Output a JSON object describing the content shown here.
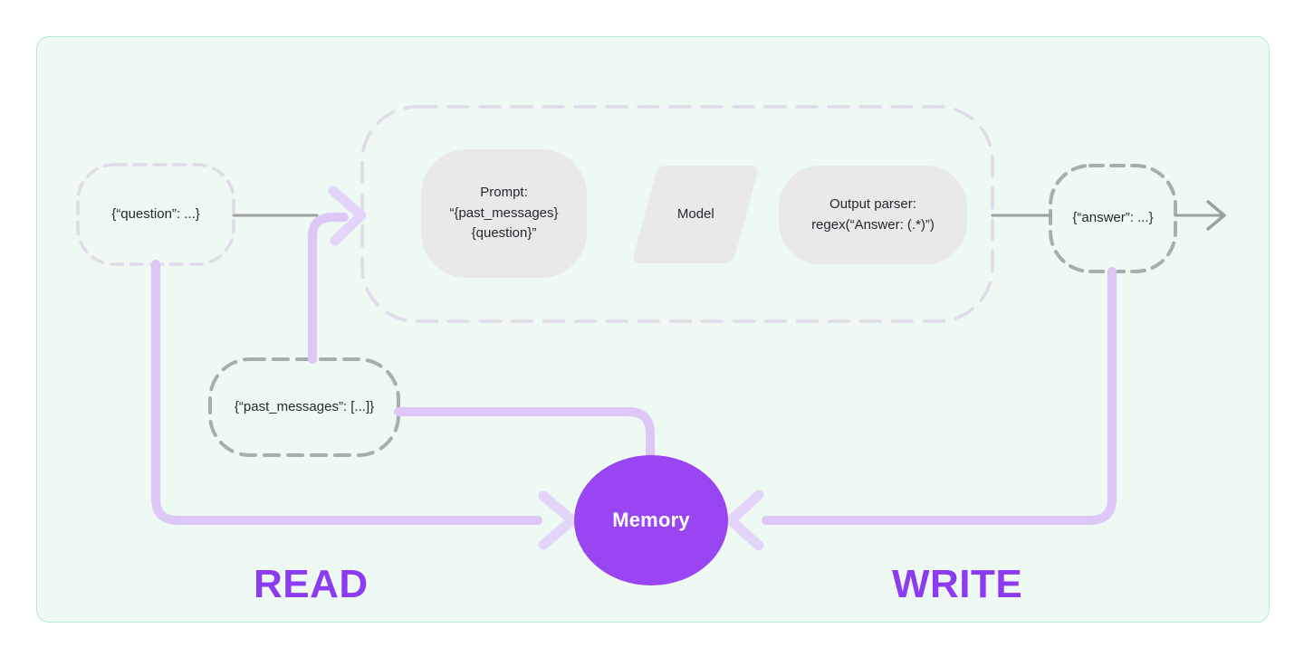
{
  "labels": {
    "read": "READ",
    "write": "WRITE"
  },
  "memory": {
    "label": "Memory"
  },
  "nodes": {
    "question": {
      "label": "{“question”: ...}"
    },
    "past_messages": {
      "label": "{“past_messages”: [...]}"
    },
    "answer": {
      "label": "{“answer”: ...}"
    },
    "prompt": {
      "lines": [
        "Prompt:",
        "“{past_messages}",
        "{question}”"
      ]
    },
    "model": {
      "label": "Model"
    },
    "output_parser": {
      "lines": [
        "Output parser:",
        "regex(“Answer: (.*)”)"
      ]
    }
  },
  "colors": {
    "card_bg": "#edf9f2",
    "card_border": "#b7ebc9",
    "node_fill": "#e9e9eb",
    "node_text": "#26292c",
    "dash_light": "#e0dbe8",
    "dash_dark": "#a8aeae",
    "connector_gray": "#9ba1a1",
    "connector_purple": "#dcc7f7",
    "arrowhead_purple": "#e3d4fa",
    "memory_fill": "#9945f2",
    "memory_text": "#ffffff",
    "label_purple": "#8d3bf2"
  }
}
